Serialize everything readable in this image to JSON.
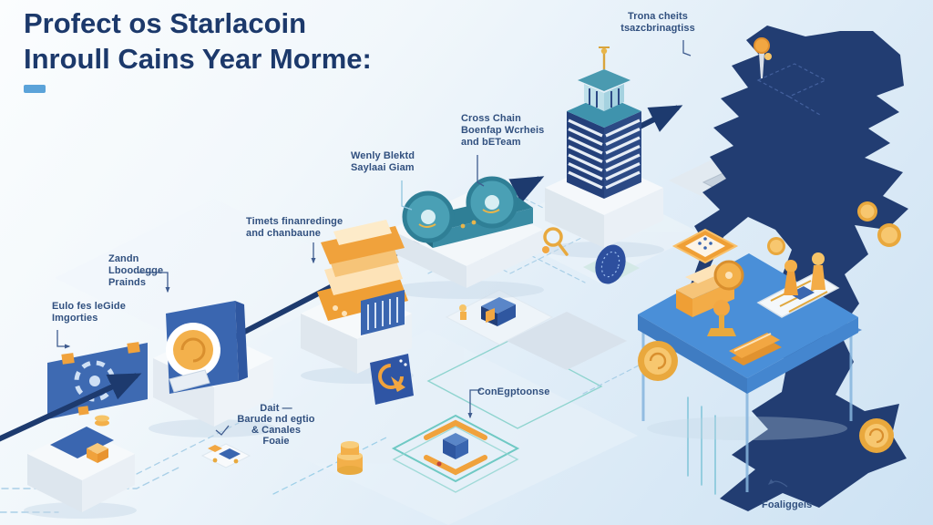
{
  "title": {
    "line1": "Profect os Starlacoin",
    "line2": "Inroull Cains Year Morme:"
  },
  "labels": {
    "trona": {
      "line1": "Trona cheits",
      "line2": "tsazcbrinagtiss"
    },
    "cross": {
      "line1": "Cross Chain",
      "line2": "Boenfap Wcrheis",
      "line3": "and bETeam"
    },
    "wenly": {
      "line1": "Wenly Blektd",
      "line2": "Saylaai Giam"
    },
    "timets": {
      "line1": "Timets finanredinge",
      "line2": "and chanbaune"
    },
    "zandn": {
      "line1": "Zandn Lboodegge",
      "line2": "Prainds"
    },
    "eulo": {
      "line1": "Eulo fes leGide",
      "line2": "Imgorties"
    },
    "dait": {
      "line1": "Dait —",
      "line2": "Barude nd egtio",
      "line3": "& Canales",
      "line4": "Foaie"
    },
    "con": {
      "line1": "ConEgptoonse"
    },
    "foal": {
      "line1": "Foaliggeis"
    }
  },
  "colors": {
    "title_navy": "#1c396b",
    "accent_bar": "#5ba3d9",
    "arrow_navy": "#1d3a6e",
    "map_navy": "#223d72",
    "gold": "#f0a23c",
    "teal": "#4aa0b5",
    "table_blue": "#4a8fd8",
    "label_text": "#31507f"
  },
  "icons": [
    "billboard-screen",
    "console-platform",
    "coin-pedestal",
    "mint-machine",
    "reel-machine",
    "bank-tower",
    "analytics-table",
    "vietnam-map",
    "flow-arrow",
    "gold-coin",
    "trophy",
    "circuit-board",
    "ledger-books",
    "fingerprint-disc",
    "magnifier",
    "gauge-card",
    "cube-plate",
    "database-stack",
    "chip-tile",
    "orange-badge",
    "map-pin",
    "paper-plane"
  ]
}
